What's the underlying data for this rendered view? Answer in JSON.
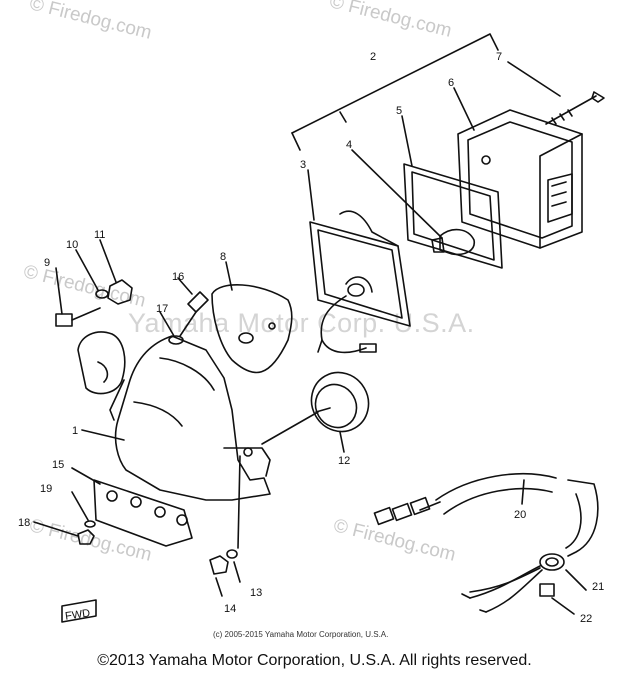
{
  "watermarks": {
    "site": "© Firedog.com",
    "owner": "Yamaha Motor Corp. U.S.A."
  },
  "copyright_small": "(c) 2005-2015 Yamaha Motor Corporation, U.S.A.",
  "copyright_main": "©2013 Yamaha Motor Corporation, U.S.A. All rights reserved.",
  "fwd_label": "FWD",
  "part_numbers": [
    "1",
    "2",
    "3",
    "4",
    "5",
    "6",
    "7",
    "8",
    "9",
    "10",
    "11",
    "12",
    "13",
    "14",
    "15",
    "16",
    "17",
    "18",
    "19",
    "20",
    "21",
    "22"
  ]
}
